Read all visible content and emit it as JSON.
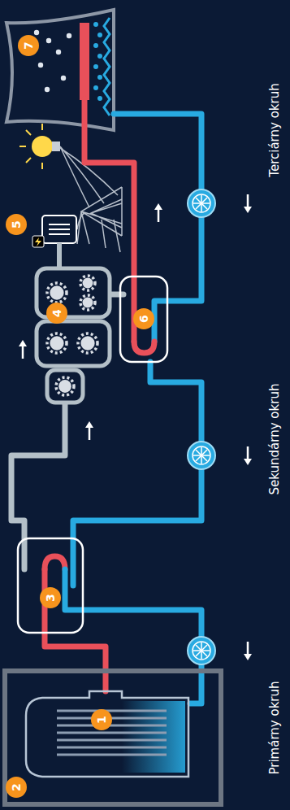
{
  "diagram": {
    "labels": [
      "1",
      "2",
      "3",
      "4",
      "5",
      "6",
      "7",
      "Primárny okruh",
      "Sekundárny okruh",
      "Terciárny okruh"
    ]
  }
}
